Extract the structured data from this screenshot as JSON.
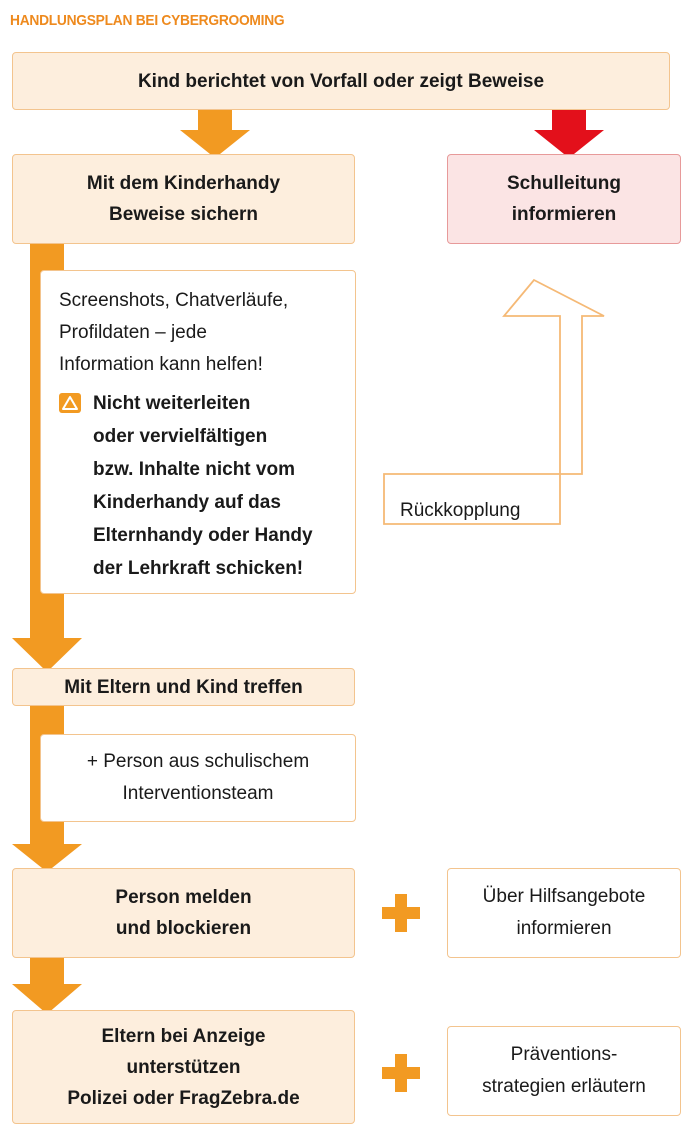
{
  "title": "HANDLUNGSPLAN BEI CYBERGROOMING",
  "colors": {
    "accent": "#f29a22",
    "alert": "#e3101b",
    "box_fill": "#fdeedd",
    "alert_fill": "#fbe4e4"
  },
  "nodes": {
    "report": {
      "text": "Kind berichtet von Vorfall oder zeigt Beweise"
    },
    "secure": {
      "line1": "Mit dem Kinderhandy",
      "line2": "Beweise sichern"
    },
    "principal": {
      "line1": "Schulleitung",
      "line2": "informieren"
    },
    "evidence_note": {
      "lines": [
        "Screenshots, Chatverläufe,",
        "Profildaten – jede",
        "Information kann helfen!"
      ],
      "warning_icon": "warning-triangle-icon",
      "warning_lines": [
        "Nicht weiterleiten",
        "oder vervielfältigen",
        "bzw. Inhalte nicht vom",
        "Kinderhandy auf das",
        "Elternhandy oder Handy",
        "der Lehrkraft schicken!"
      ]
    },
    "feedback": {
      "text": "Rückkopplung"
    },
    "meet": {
      "text": "Mit Eltern und Kind treffen"
    },
    "team_note": {
      "line1": "+ Person aus schulischem",
      "line2": "Interventionsteam"
    },
    "report_block": {
      "line1": "Person melden",
      "line2": "und blockieren"
    },
    "help": {
      "line1": "Über Hilfsangebote",
      "line2": "informieren"
    },
    "police": {
      "line1": "Eltern bei Anzeige",
      "line2": "unterstützen",
      "line3": "Polizei oder FragZebra.de"
    },
    "prevention": {
      "line1": "Präventions-",
      "line2": "strategien erläutern"
    }
  },
  "icons": {
    "plus": "plus-icon",
    "arrow": "arrow-down-icon"
  }
}
